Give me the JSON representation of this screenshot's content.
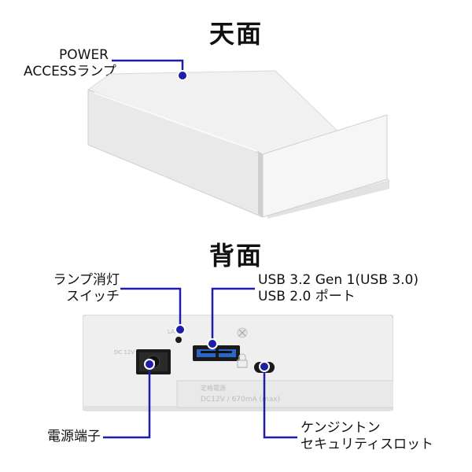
{
  "top_view": {
    "heading": "天面",
    "power_lamp": {
      "line1": "POWER",
      "line2": "ACCESSランプ"
    }
  },
  "rear_view": {
    "heading": "背面",
    "lamp_switch": {
      "line1": "ランプ消灯",
      "line2": "スイッチ"
    },
    "usb_port": {
      "line1": "USB 3.2 Gen 1(USB 3.0)",
      "line2": "USB 2.0 ポート"
    },
    "power_terminal": {
      "label": "電源端子"
    },
    "kensington": {
      "line1": "ケンジントン",
      "line2": "セキュリティスロット"
    },
    "panel_marks": {
      "dc_in": "DC 12V",
      "lamp_off": "LAMP",
      "rating_title": "定格電源",
      "rating_value": "DC12V / 670mA (max)"
    }
  },
  "colors": {
    "accent": "#1e1ea8",
    "device": "#efefef",
    "device_shadow": "#d4d4d4"
  }
}
